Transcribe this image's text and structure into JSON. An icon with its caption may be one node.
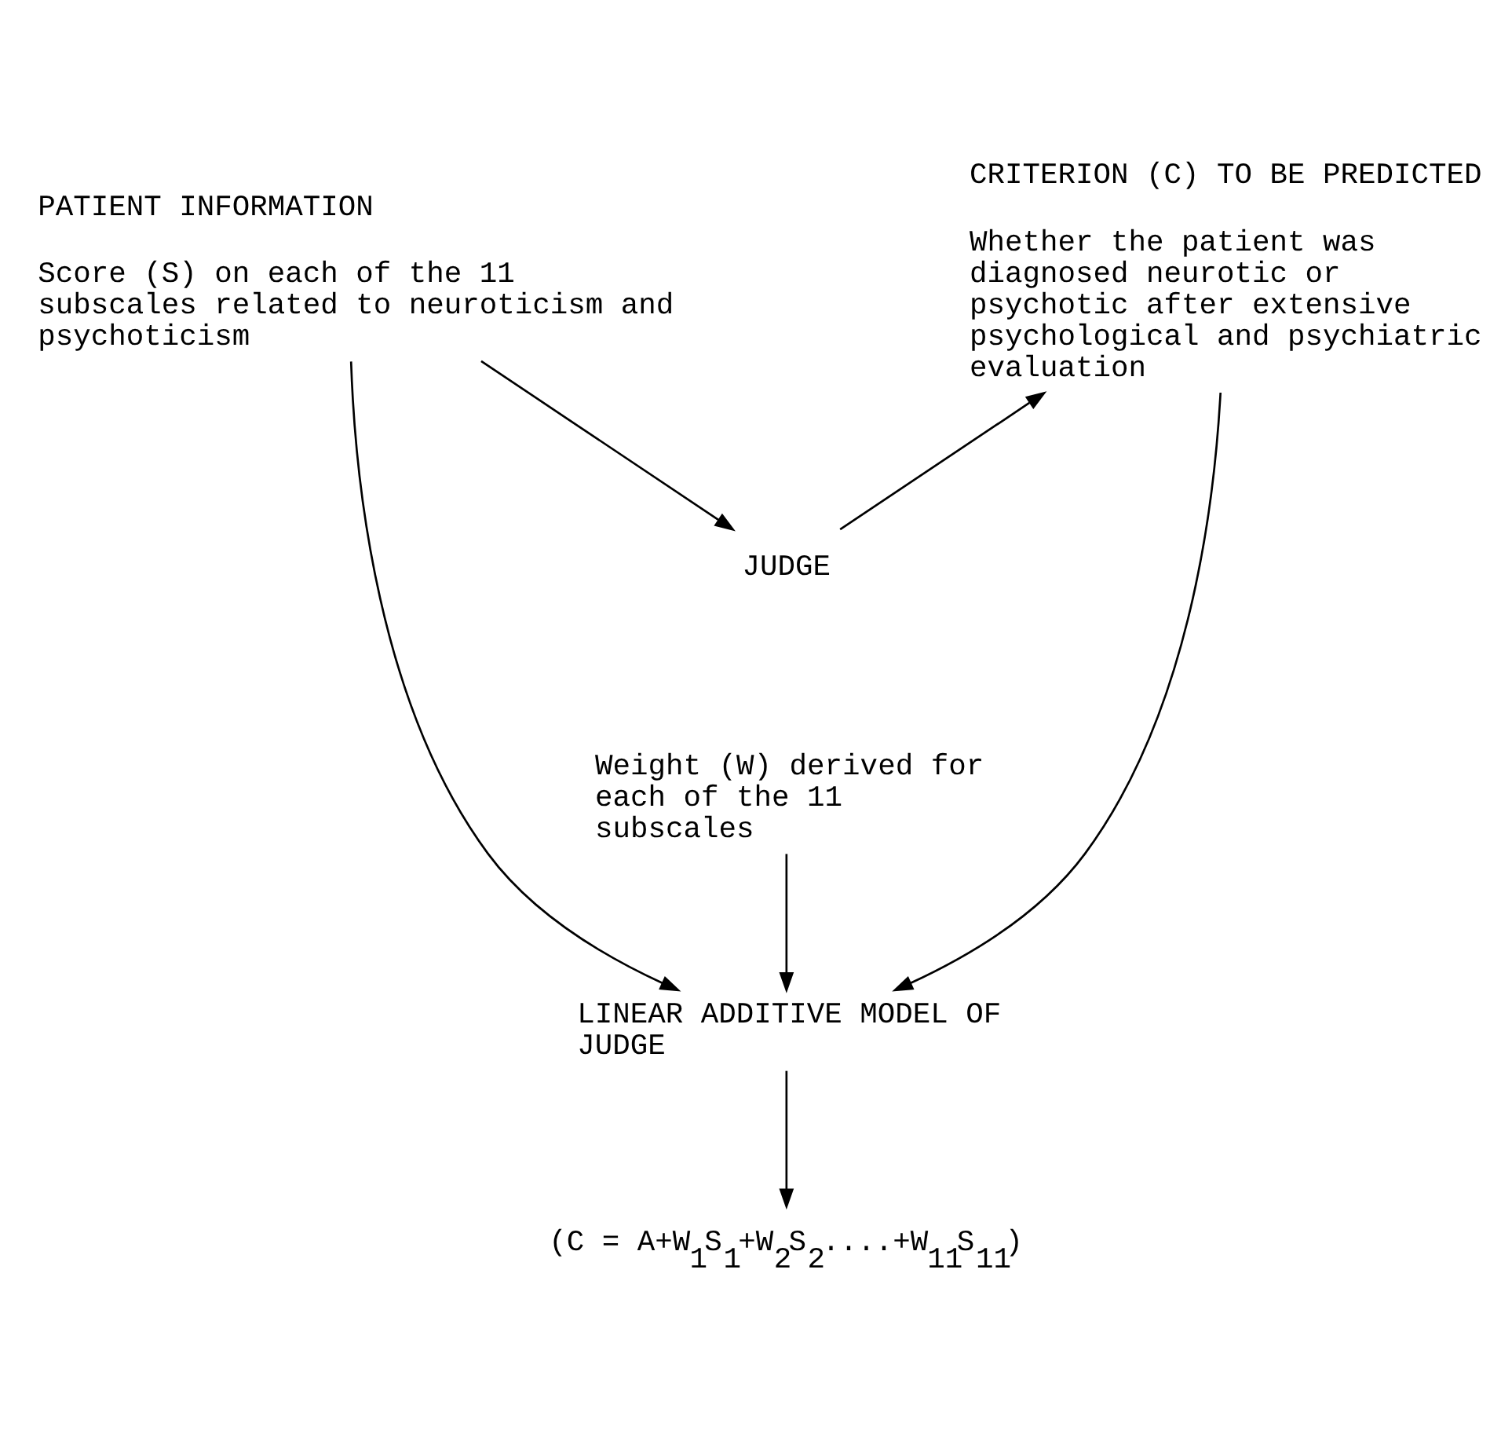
{
  "diagram": {
    "nodes": [
      {
        "text": [
          "PATIENT INFORMATION",
          "Score (S) on each of the 11 subscales related to neuroticism and psychoticism"
        ]
      },
      {
        "text": [
          "CRITERION (C) TO BE PREDICTED",
          "Whether the patient was diagnosed neurotic or psychotic after extensive psychological and psychiatric evaluation"
        ]
      },
      {
        "text": [
          "JUDGE"
        ]
      },
      {
        "text": [
          "Weight (W) derived for each of the 11 subscales"
        ]
      },
      {
        "text": [
          "LINEAR ADDITIVE MODEL OF JUDGE"
        ]
      },
      {
        "text": [
          "(C = A+W$_{1}$S$_{1}$+W$_{2}$S$_{2}$....+W$_{11}$S$_{11}$)"
        ]
      }
    ],
    "edges": [
      {
        "from": 0,
        "to": 2,
        "arrow": "to"
      },
      {
        "from": 2,
        "to": 1,
        "arrow": "to"
      },
      {
        "from": 0,
        "to": 4,
        "arrow": "to"
      },
      {
        "from": 1,
        "to": 4,
        "arrow": "to"
      },
      {
        "from": 3,
        "to": 4,
        "arrow": "to"
      },
      {
        "from": 4,
        "to": 5,
        "arrow": "to"
      }
    ]
  }
}
